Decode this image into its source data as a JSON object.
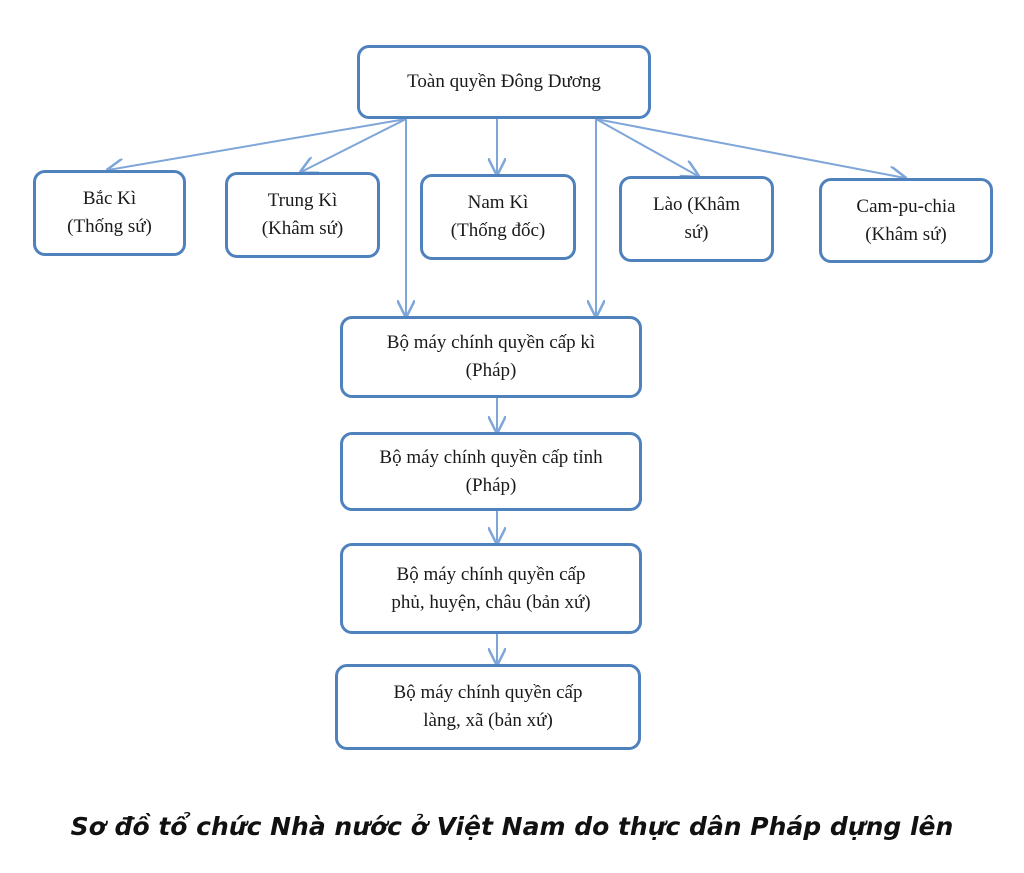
{
  "nodes": {
    "root": "Toàn quyền Đông Dương",
    "bac_ki": "Bắc Kì\n(Thống sứ)",
    "trung_ki": "Trung Kì\n(Khâm sứ)",
    "nam_ki": "Nam Kì\n(Thống đốc)",
    "lao": "Lào (Khâm\nsứ)",
    "campuchia": "Cam-pu-chia\n(Khâm sứ)",
    "cap_ki": "Bộ máy chính quyền cấp kì\n(Pháp)",
    "cap_tinh": "Bộ máy chính quyền cấp tỉnh\n(Pháp)",
    "cap_phu": "Bộ máy chính quyền cấp\nphủ, huyện, châu (bản xứ)",
    "cap_lang": "Bộ máy chính quyền cấp\nlàng, xã (bản xứ)"
  },
  "caption": "Sơ đồ tổ chức Nhà nước ở Việt Nam do thực dân Pháp dựng lên",
  "colors": {
    "border": "#4f81bd",
    "connector": "#7ea6d8"
  },
  "edges": [
    [
      "root",
      "bac_ki"
    ],
    [
      "root",
      "trung_ki"
    ],
    [
      "root",
      "nam_ki"
    ],
    [
      "root",
      "lao"
    ],
    [
      "root",
      "campuchia"
    ],
    [
      "root",
      "cap_ki"
    ],
    [
      "cap_ki",
      "cap_tinh"
    ],
    [
      "cap_tinh",
      "cap_phu"
    ],
    [
      "cap_phu",
      "cap_lang"
    ]
  ]
}
